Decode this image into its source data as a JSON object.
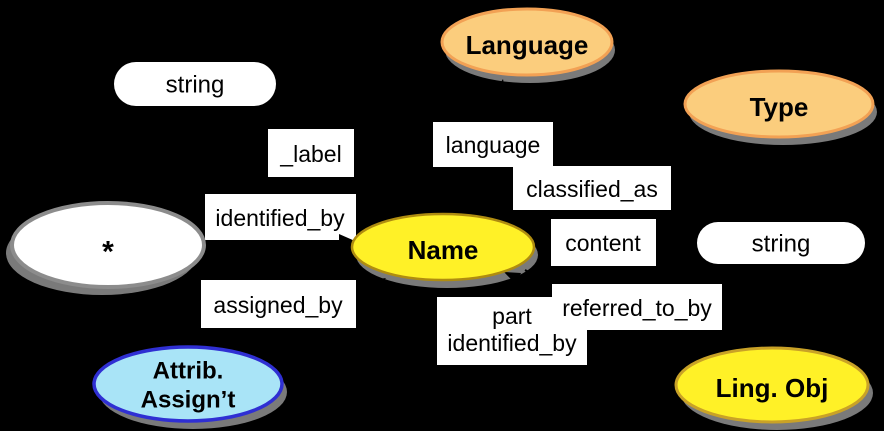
{
  "diagram": {
    "background": "#000000",
    "arrow_color": "#000000",
    "shadow_color": "#7A7A7A",
    "label_box_color": "#FFFFFF",
    "nodes": {
      "language": {
        "label": "Language",
        "fill": "#FBCD7D",
        "stroke": "#F2A154"
      },
      "type": {
        "label": "Type",
        "fill": "#FBCD7D",
        "stroke": "#F2A154"
      },
      "star": {
        "label": "*",
        "fill": "#FFFFFF",
        "stroke": "#8C8C8C"
      },
      "name": {
        "label": "Name",
        "fill": "#FFF127",
        "stroke": "#AF8C10"
      },
      "attrib_assignment": {
        "label_line1": "Attrib.",
        "label_line2": "Assign’t",
        "fill": "#A9E4F7",
        "stroke": "#2F2FD3"
      },
      "ling_obj": {
        "label": "Ling. Obj",
        "fill": "#FFF127",
        "stroke": "#C9A227"
      },
      "string_left": {
        "label": "string",
        "fill": "#FFFFFF"
      },
      "string_right": {
        "label": "string",
        "fill": "#FFFFFF"
      }
    },
    "edge_labels": {
      "label_": "_label",
      "language": "language",
      "classified_as": "classified_as",
      "identified_by": "identified_by",
      "content": "content",
      "assigned_by": "assigned_by",
      "part_line1": "part",
      "part_line2": "identified_by",
      "referred_to_by": "referred_to_by"
    }
  }
}
